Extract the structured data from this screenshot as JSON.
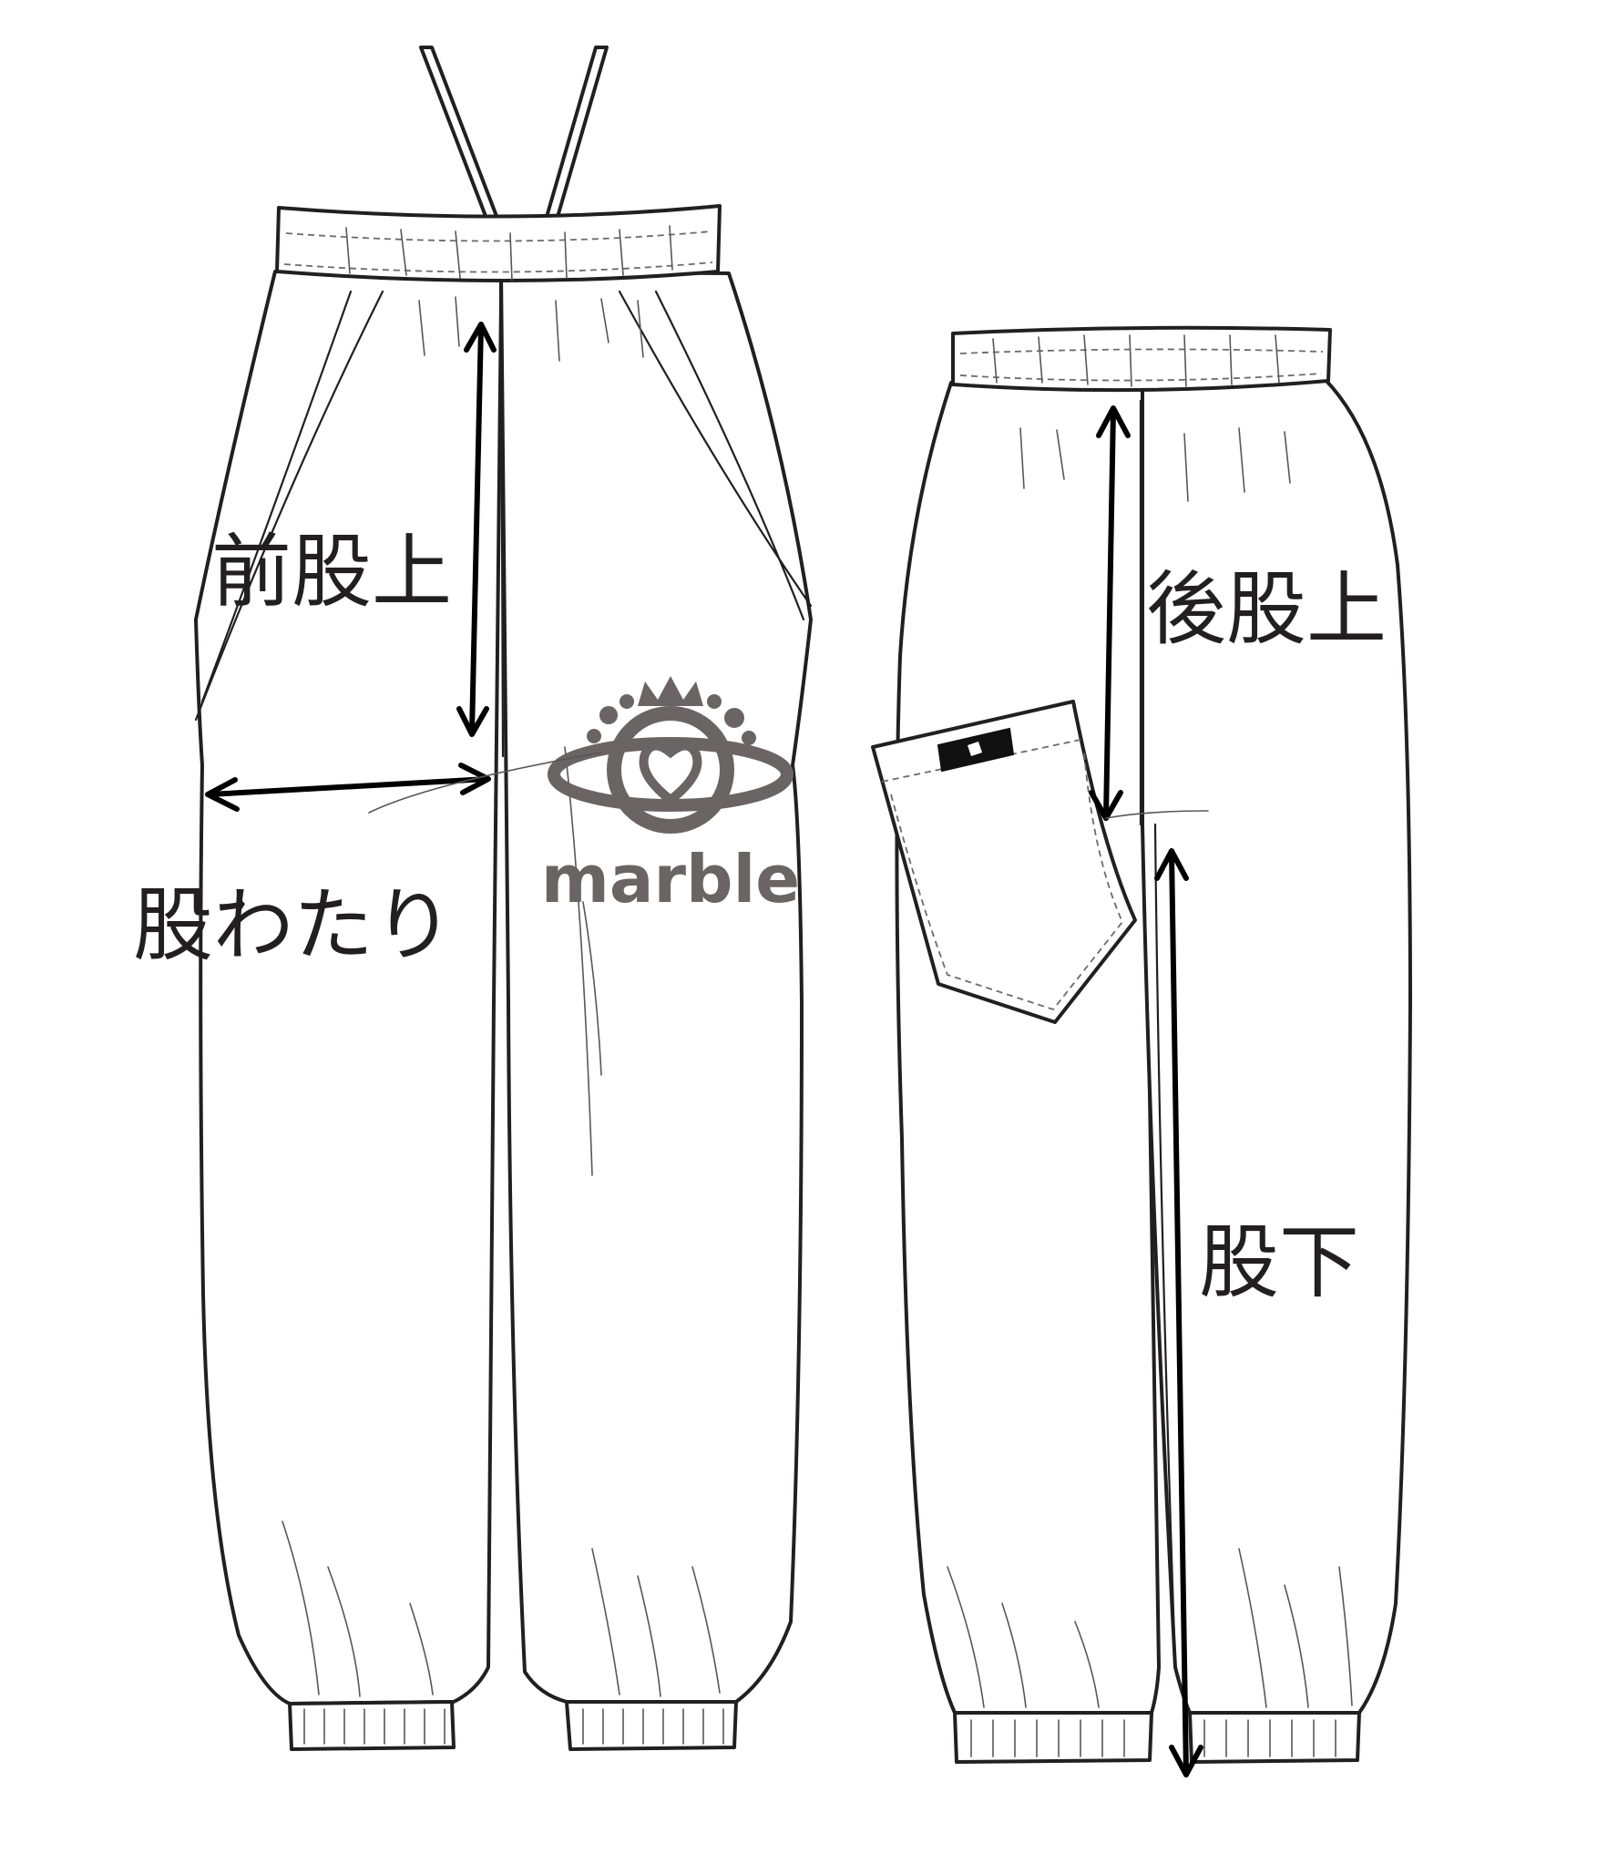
{
  "labels": {
    "front_rise": "前股上",
    "crotch_width": "股わたり",
    "back_rise": "後股上",
    "inseam": "股下"
  },
  "logo": {
    "text": "marble",
    "icon": "crown-heart-planet-logo",
    "color": "#6b6464"
  },
  "pocket_tag": {
    "icon": "brand-tag-icon"
  },
  "colors": {
    "line": "#231f20",
    "arrow": "#000000",
    "background": "#ffffff"
  }
}
